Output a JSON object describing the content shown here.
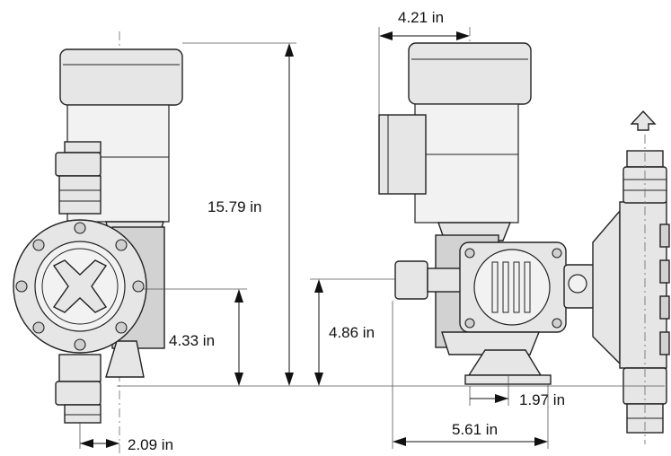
{
  "dimensions": {
    "top_width": "4.21 in",
    "overall_height": "15.79 in",
    "left_port_height": "4.33 in",
    "right_port_height": "4.86 in",
    "foot_offset": "1.97 in",
    "left_offset": "2.09 in",
    "base_width": "5.61 in"
  },
  "colors": {
    "outline": "#222222",
    "fill": "#e6e6e6",
    "background": "#ffffff"
  },
  "icons": {
    "discharge_arrow": "up-arrow-icon"
  }
}
